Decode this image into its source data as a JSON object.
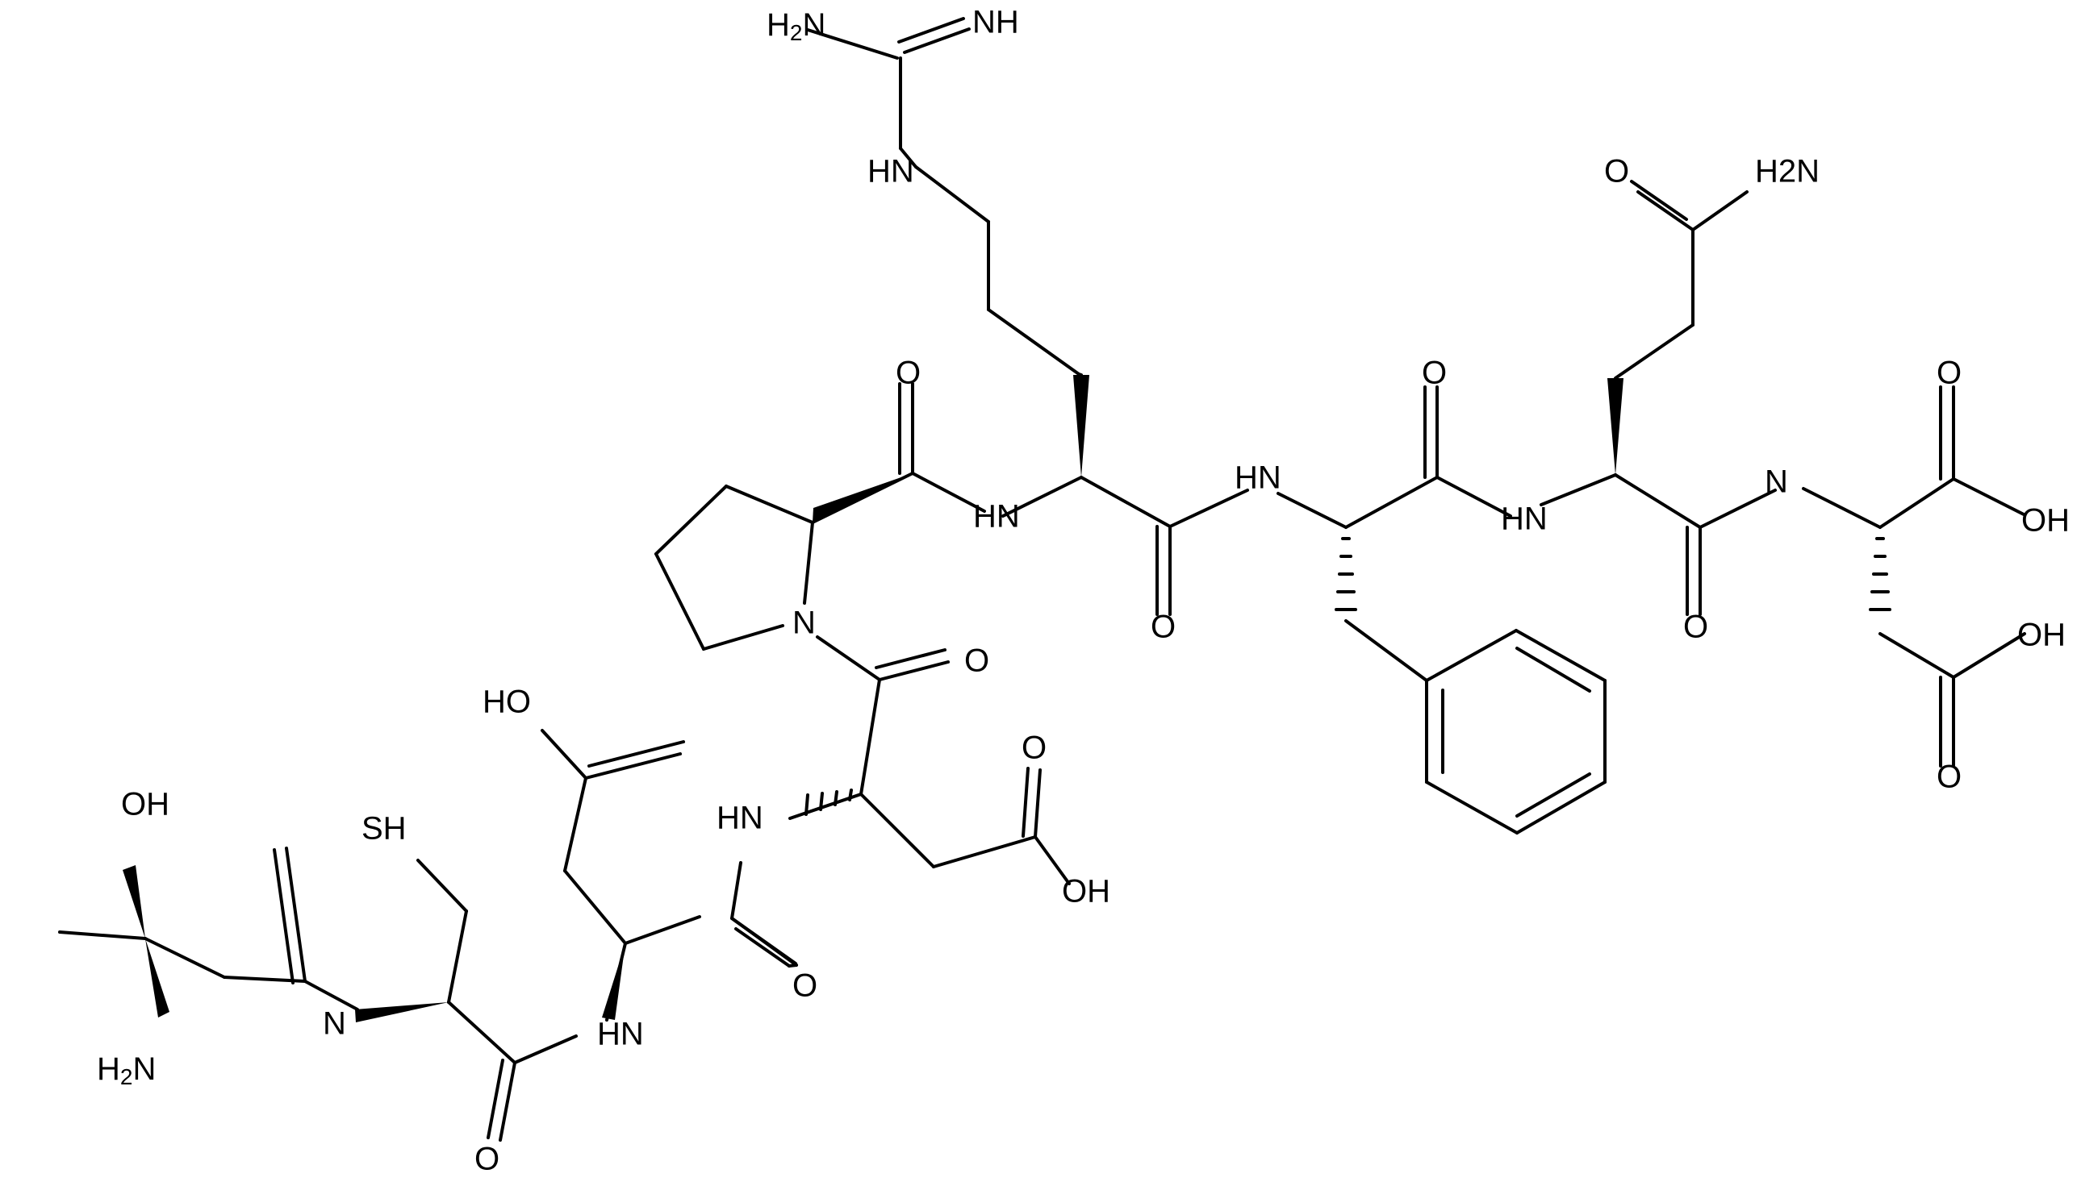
{
  "colors": {
    "bond": "#000000",
    "background": "#ffffff"
  },
  "molecule": {
    "atoms": [
      {
        "id": "a1",
        "label": "H2N",
        "sub": true
      },
      {
        "id": "a2",
        "label": "NH"
      },
      {
        "id": "a3",
        "label": "HN"
      },
      {
        "id": "a4",
        "label": "O"
      },
      {
        "id": "a5",
        "label": "H2N",
        "sub": true
      },
      {
        "id": "a6",
        "label": "O"
      },
      {
        "id": "a7",
        "label": "N"
      },
      {
        "id": "a8",
        "label": "O"
      },
      {
        "id": "a9",
        "label": "HN"
      },
      {
        "id": "a10",
        "label": "O"
      },
      {
        "id": "a11",
        "label": "O"
      },
      {
        "id": "a12",
        "label": "HN"
      },
      {
        "id": "a13",
        "label": "O"
      },
      {
        "id": "a14",
        "label": "OH"
      },
      {
        "id": "a15",
        "label": "OH"
      },
      {
        "id": "a16",
        "label": "OH"
      },
      {
        "id": "a17",
        "label": "O"
      },
      {
        "id": "a18",
        "label": "O"
      },
      {
        "id": "a19",
        "label": "HN"
      },
      {
        "id": "a20",
        "label": "OH"
      },
      {
        "id": "a21",
        "label": "O"
      },
      {
        "id": "a22",
        "label": "HN"
      },
      {
        "id": "a23",
        "label": "HO"
      },
      {
        "id": "a24",
        "label": "N"
      },
      {
        "id": "a25",
        "label": "SH"
      },
      {
        "id": "a26",
        "label": "O"
      },
      {
        "id": "a27",
        "label": "HN"
      },
      {
        "id": "a28",
        "label": "OH"
      },
      {
        "id": "a29",
        "label": "H2N",
        "sub": true
      },
      {
        "id": "a30",
        "label": "N"
      },
      {
        "id": "a31",
        "label": "O"
      }
    ]
  }
}
